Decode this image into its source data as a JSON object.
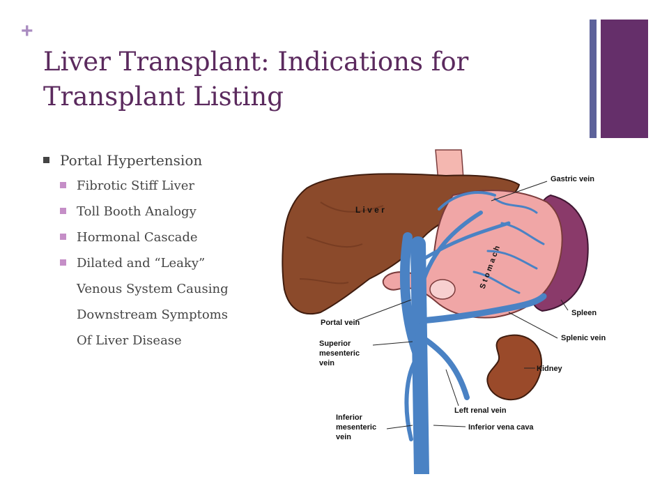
{
  "slide": {
    "plus_mark": "+",
    "title": "Liver Transplant:  Indications for Transplant Listing"
  },
  "bullets": {
    "main": "Portal Hypertension",
    "subs": [
      "Fibrotic Stiff Liver",
      "Toll Booth Analogy",
      "Hormonal Cascade",
      "Dilated and “Leaky”"
    ],
    "continuation": [
      "Venous System Causing",
      "Downstream Symptoms",
      "Of Liver Disease"
    ]
  },
  "figure": {
    "organ_labels": {
      "liver": "L i v e r",
      "stomach": "S t o m a c h"
    },
    "callouts": {
      "gastric_vein": "Gastric vein",
      "spleen": "Spleen",
      "portal_vein": "Portal vein",
      "splenic_vein": "Splenic vein",
      "superior_mesenteric_1": "Superior",
      "superior_mesenteric_2": "mesenteric",
      "superior_mesenteric_3": "vein",
      "kidney": "Kidney",
      "left_renal_vein": "Left renal vein",
      "inferior_mesenteric_1": "Inferior",
      "inferior_mesenteric_2": "mesenteric",
      "inferior_mesenteric_3": "vein",
      "inferior_vena_cava": "Inferior  vena cava"
    },
    "colors": {
      "liver": "#8b4a2b",
      "stomach": "#f0a6a6",
      "spleen": "#8a3a6a",
      "kidney": "#9a4a2a",
      "vein": "#4a82c4"
    }
  }
}
